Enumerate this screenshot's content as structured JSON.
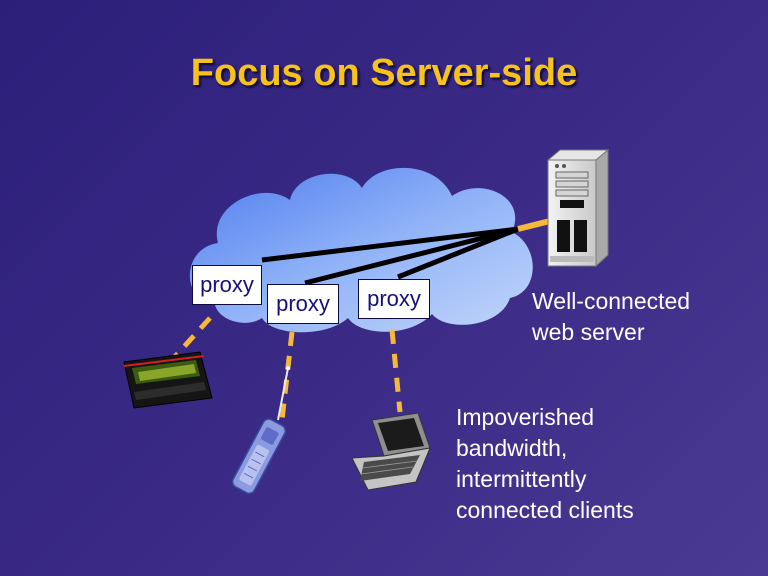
{
  "slide": {
    "title": "Focus on Server-side"
  },
  "proxies": [
    {
      "label": "proxy"
    },
    {
      "label": "proxy"
    },
    {
      "label": "proxy"
    }
  ],
  "server": {
    "caption_line1": "Well-connected",
    "caption_line2": "web server"
  },
  "clients": {
    "caption_line1": "Impoverished",
    "caption_line2": "bandwidth,",
    "caption_line3": "intermittently",
    "caption_line4": "connected clients"
  },
  "colors": {
    "background": "#2b1f7a",
    "title": "#f7c21b",
    "cloud": "#7aa6f5",
    "wireless_link": "#f5b83b",
    "wired_link": "#000000"
  },
  "icons": [
    "cloud-icon",
    "server-tower-icon",
    "pager-icon",
    "cell-phone-icon",
    "laptop-icon"
  ]
}
